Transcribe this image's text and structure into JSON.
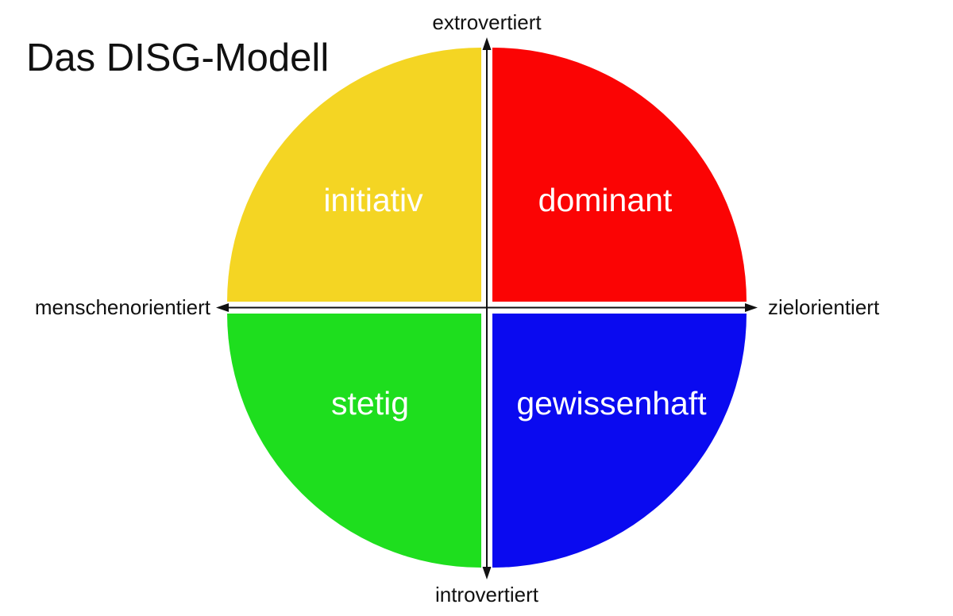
{
  "title": "Das DISG-Modell",
  "axes": {
    "top": "extrovertiert",
    "bottom": "introvertiert",
    "left": "menschenorientiert",
    "right": "zielorientiert"
  },
  "quadrants": [
    {
      "position": "top-left",
      "label": "initiativ",
      "color": "#F4D523"
    },
    {
      "position": "top-right",
      "label": "dominant",
      "color": "#FB0404"
    },
    {
      "position": "bottom-left",
      "label": "stetig",
      "color": "#1EDE1E"
    },
    {
      "position": "bottom-right",
      "label": "gewissenhaft",
      "color": "#0A0AF0"
    }
  ],
  "colors": {
    "axis": "#111111",
    "quadrant_text": "#ffffff",
    "background": "#ffffff"
  }
}
